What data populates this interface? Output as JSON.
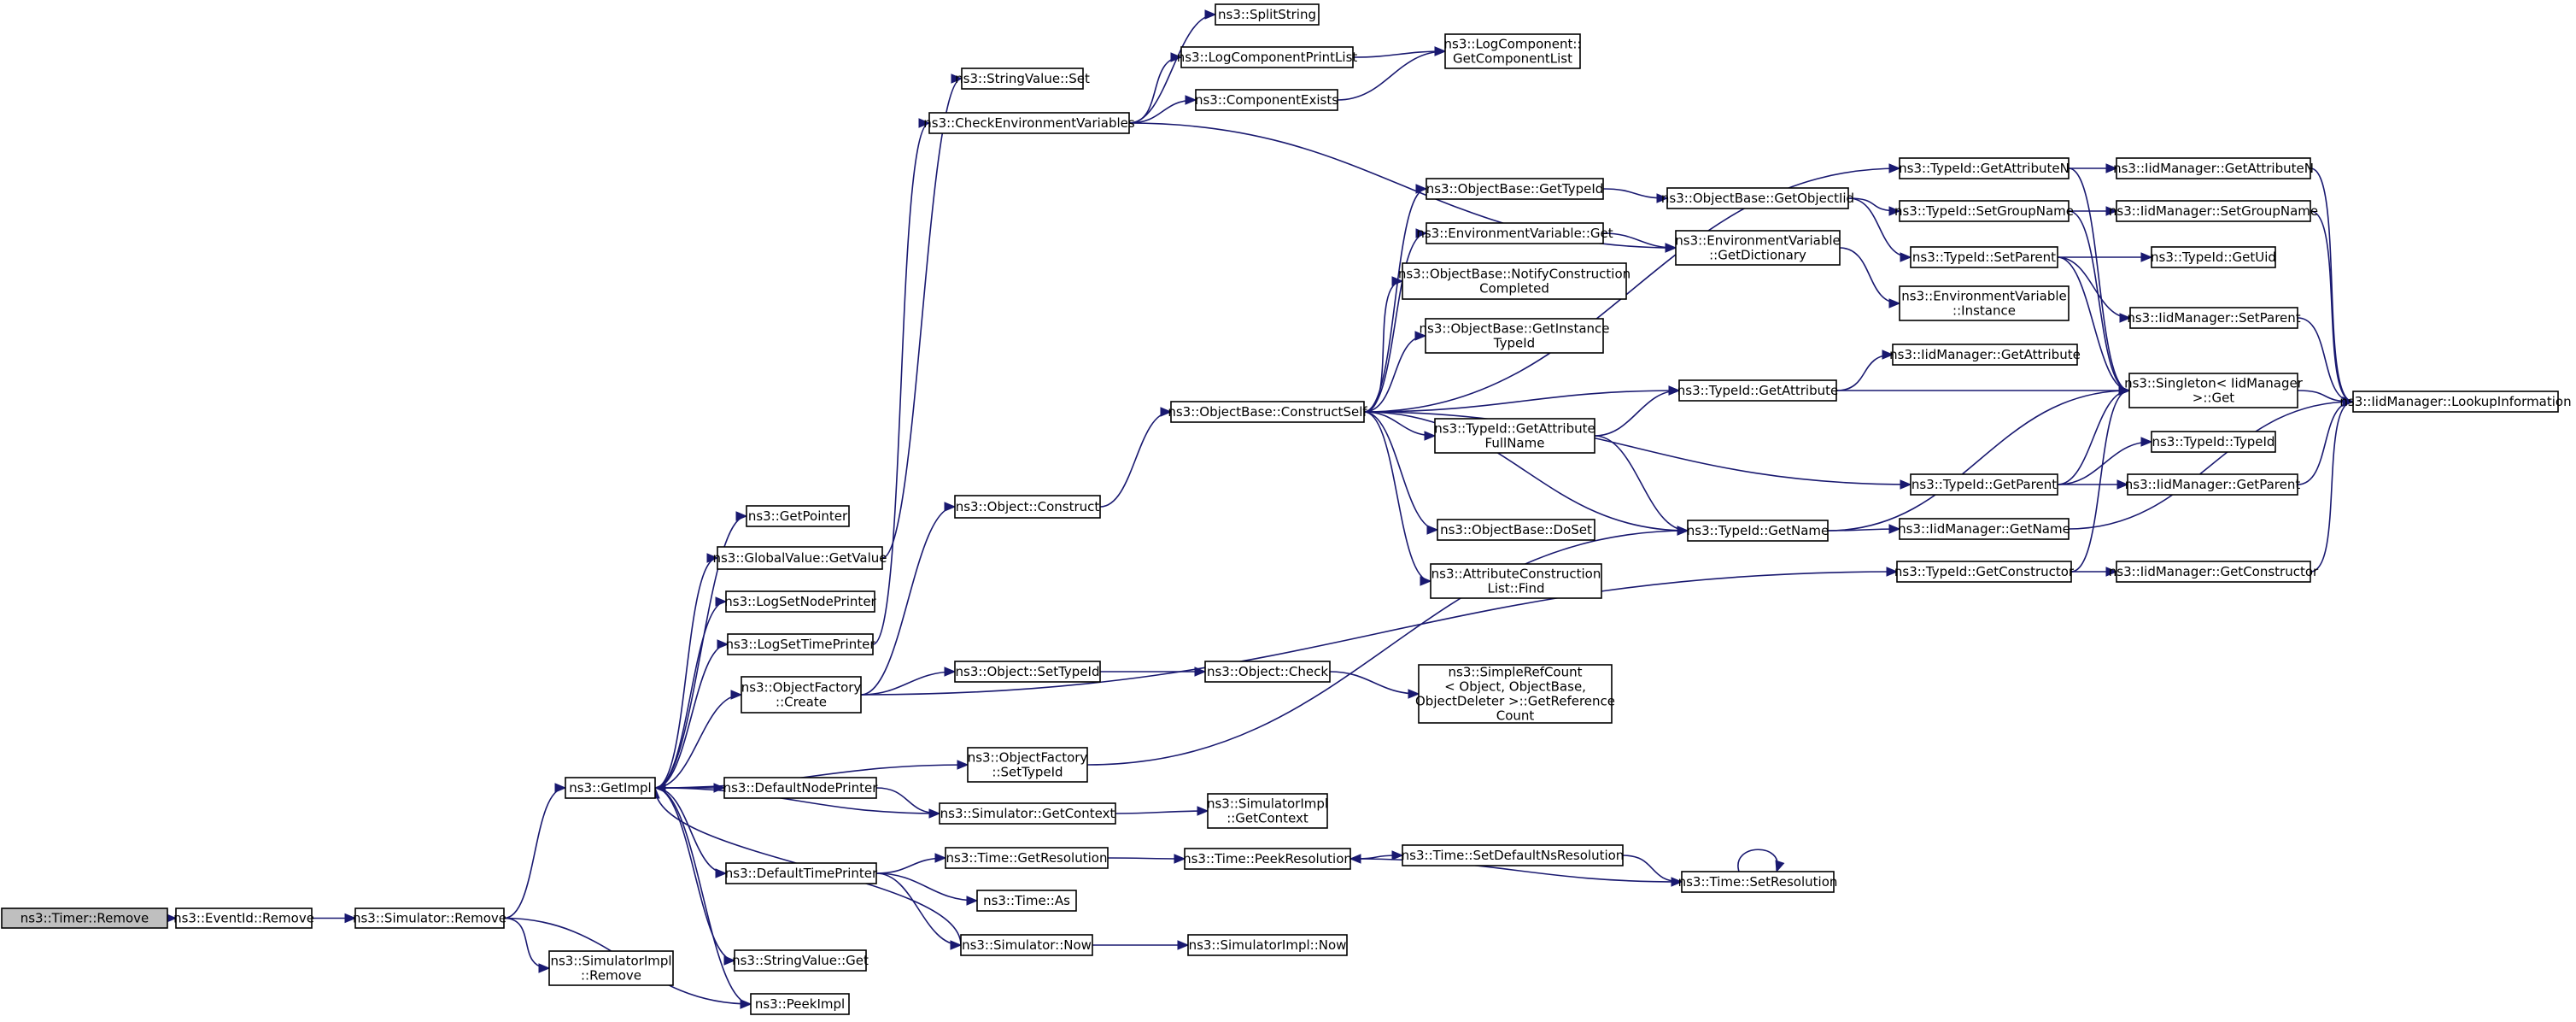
{
  "colors": {
    "edge": "#191970",
    "node_border": "#000000",
    "root_fill": "#bfbfbf",
    "background": "#ffffff"
  },
  "nodes": [
    {
      "id": "timer_remove",
      "lines": [
        "ns3::Timer::Remove"
      ],
      "root": true
    },
    {
      "id": "eventid_remove",
      "lines": [
        "ns3::EventId::Remove"
      ]
    },
    {
      "id": "simulator_remove",
      "lines": [
        "ns3::Simulator::Remove"
      ]
    },
    {
      "id": "simimpl_remove",
      "lines": [
        "ns3::SimulatorImpl",
        "::Remove"
      ]
    },
    {
      "id": "getimpl",
      "lines": [
        "ns3::GetImpl"
      ]
    },
    {
      "id": "peekimpl",
      "lines": [
        "ns3::PeekImpl"
      ]
    },
    {
      "id": "getpointer",
      "lines": [
        "ns3::GetPointer"
      ]
    },
    {
      "id": "globalvalue_getvalue",
      "lines": [
        "ns3::GlobalValue::GetValue"
      ]
    },
    {
      "id": "logsetnodeprinter",
      "lines": [
        "ns3::LogSetNodePrinter"
      ]
    },
    {
      "id": "logsettimeprinter",
      "lines": [
        "ns3::LogSetTimePrinter"
      ]
    },
    {
      "id": "objectfactory_create",
      "lines": [
        "ns3::ObjectFactory",
        "::Create"
      ]
    },
    {
      "id": "defaultnodeprinter",
      "lines": [
        "ns3::DefaultNodePrinter"
      ]
    },
    {
      "id": "defaulttimeprinter",
      "lines": [
        "ns3::DefaultTimePrinter"
      ]
    },
    {
      "id": "stringvalue_get",
      "lines": [
        "ns3::StringValue::Get"
      ]
    },
    {
      "id": "stringvalue_set",
      "lines": [
        "ns3::StringValue::Set"
      ]
    },
    {
      "id": "checkenv",
      "lines": [
        "ns3::CheckEnvironmentVariables"
      ]
    },
    {
      "id": "object_construct",
      "lines": [
        "ns3::Object::Construct"
      ]
    },
    {
      "id": "object_settypeid",
      "lines": [
        "ns3::Object::SetTypeId"
      ]
    },
    {
      "id": "objectfactory_settypeid",
      "lines": [
        "ns3::ObjectFactory",
        "::SetTypeId"
      ]
    },
    {
      "id": "simulator_getcontext",
      "lines": [
        "ns3::Simulator::GetContext"
      ]
    },
    {
      "id": "time_getresolution",
      "lines": [
        "ns3::Time::GetResolution"
      ]
    },
    {
      "id": "time_as",
      "lines": [
        "ns3::Time::As"
      ]
    },
    {
      "id": "simulator_now",
      "lines": [
        "ns3::Simulator::Now"
      ]
    },
    {
      "id": "splitstring",
      "lines": [
        "ns3::SplitString"
      ]
    },
    {
      "id": "logcomponentprintlist",
      "lines": [
        "ns3::LogComponentPrintList"
      ]
    },
    {
      "id": "componentexists",
      "lines": [
        "ns3::ComponentExists"
      ]
    },
    {
      "id": "logcomponent_getcomponentlist",
      "lines": [
        "ns3::LogComponent::",
        "GetComponentList"
      ]
    },
    {
      "id": "objectbase_constructself",
      "lines": [
        "ns3::ObjectBase::ConstructSelf"
      ]
    },
    {
      "id": "object_check",
      "lines": [
        "ns3::Object::Check"
      ]
    },
    {
      "id": "simimpl_getcontext",
      "lines": [
        "ns3::SimulatorImpl",
        "::GetContext"
      ]
    },
    {
      "id": "time_peekresolution",
      "lines": [
        "ns3::Time::PeekResolution"
      ]
    },
    {
      "id": "simimpl_now",
      "lines": [
        "ns3::SimulatorImpl::Now"
      ]
    },
    {
      "id": "objectbase_gettypeid",
      "lines": [
        "ns3::ObjectBase::GetTypeId"
      ]
    },
    {
      "id": "envvar_get",
      "lines": [
        "ns3::EnvironmentVariable::Get"
      ]
    },
    {
      "id": "objectbase_notifyconstructioncompleted",
      "lines": [
        "ns3::ObjectBase::NotifyConstruction",
        "Completed"
      ]
    },
    {
      "id": "objectbase_getinstancetypeid",
      "lines": [
        "ns3::ObjectBase::GetInstance",
        "TypeId"
      ]
    },
    {
      "id": "typeid_getattributefullname",
      "lines": [
        "ns3::TypeId::GetAttribute",
        "FullName"
      ]
    },
    {
      "id": "objectbase_doset",
      "lines": [
        "ns3::ObjectBase::DoSet"
      ]
    },
    {
      "id": "attributeconstructionlist_find",
      "lines": [
        "ns3::AttributeConstruction",
        "List::Find"
      ]
    },
    {
      "id": "simplerefcount",
      "lines": [
        "ns3::SimpleRefCount",
        "< Object, ObjectBase,",
        "ObjectDeleter >::GetReference",
        "Count"
      ]
    },
    {
      "id": "time_setdefaultnsresolution",
      "lines": [
        "ns3::Time::SetDefaultNsResolution"
      ]
    },
    {
      "id": "objectbase_getobjectiid",
      "lines": [
        "ns3::ObjectBase::GetObjectIid"
      ]
    },
    {
      "id": "envvar_getdictionary",
      "lines": [
        "ns3::EnvironmentVariable",
        "::GetDictionary"
      ]
    },
    {
      "id": "typeid_getattribute",
      "lines": [
        "ns3::TypeId::GetAttribute"
      ]
    },
    {
      "id": "typeid_getname",
      "lines": [
        "ns3::TypeId::GetName"
      ]
    },
    {
      "id": "time_setresolution",
      "lines": [
        "ns3::Time::SetResolution"
      ]
    },
    {
      "id": "typeid_getattributen",
      "lines": [
        "ns3::TypeId::GetAttributeN"
      ]
    },
    {
      "id": "typeid_setgroupname",
      "lines": [
        "ns3::TypeId::SetGroupName"
      ]
    },
    {
      "id": "typeid_setparent",
      "lines": [
        "ns3::TypeId::SetParent"
      ]
    },
    {
      "id": "envvar_instance",
      "lines": [
        "ns3::EnvironmentVariable",
        "::Instance"
      ]
    },
    {
      "id": "iidmanager_getattribute",
      "lines": [
        "ns3::IidManager::GetAttribute"
      ]
    },
    {
      "id": "typeid_getparent",
      "lines": [
        "ns3::TypeId::GetParent"
      ]
    },
    {
      "id": "iidmanager_getname",
      "lines": [
        "ns3::IidManager::GetName"
      ]
    },
    {
      "id": "typeid_getconstructor",
      "lines": [
        "ns3::TypeId::GetConstructor"
      ]
    },
    {
      "id": "iidmanager_getattributen",
      "lines": [
        "ns3::IidManager::GetAttributeN"
      ]
    },
    {
      "id": "iidmanager_setgroupname",
      "lines": [
        "ns3::IidManager::SetGroupName"
      ]
    },
    {
      "id": "typeid_getuid",
      "lines": [
        "ns3::TypeId::GetUid"
      ]
    },
    {
      "id": "iidmanager_setparent",
      "lines": [
        "ns3::IidManager::SetParent"
      ]
    },
    {
      "id": "singleton_get",
      "lines": [
        "ns3::Singleton< IidManager",
        " >::Get"
      ]
    },
    {
      "id": "typeid_typeid",
      "lines": [
        "ns3::TypeId::TypeId"
      ]
    },
    {
      "id": "iidmanager_getparent",
      "lines": [
        "ns3::IidManager::GetParent"
      ]
    },
    {
      "id": "iidmanager_getconstructor",
      "lines": [
        "ns3::IidManager::GetConstructor"
      ]
    },
    {
      "id": "iidmanager_lookupinformation",
      "lines": [
        "ns3::IidManager::LookupInformation"
      ]
    }
  ],
  "edges": [
    [
      "timer_remove",
      "eventid_remove"
    ],
    [
      "eventid_remove",
      "simulator_remove"
    ],
    [
      "simulator_remove",
      "getimpl"
    ],
    [
      "simulator_remove",
      "simimpl_remove"
    ],
    [
      "simulator_remove",
      "peekimpl"
    ],
    [
      "getimpl",
      "getpointer"
    ],
    [
      "getimpl",
      "globalvalue_getvalue"
    ],
    [
      "getimpl",
      "logsetnodeprinter"
    ],
    [
      "getimpl",
      "logsettimeprinter"
    ],
    [
      "getimpl",
      "objectfactory_create"
    ],
    [
      "getimpl",
      "objectfactory_settypeid"
    ],
    [
      "getimpl",
      "defaultnodeprinter"
    ],
    [
      "getimpl",
      "defaulttimeprinter"
    ],
    [
      "getimpl",
      "stringvalue_get"
    ],
    [
      "getimpl",
      "peekimpl"
    ],
    [
      "globalvalue_getvalue",
      "stringvalue_set"
    ],
    [
      "logsettimeprinter",
      "checkenv"
    ],
    [
      "objectfactory_create",
      "object_construct"
    ],
    [
      "objectfactory_create",
      "object_settypeid"
    ],
    [
      "objectfactory_create",
      "typeid_getconstructor"
    ],
    [
      "objectfactory_settypeid",
      "typeid_getname"
    ],
    [
      "defaultnodeprinter",
      "simulator_getcontext"
    ],
    [
      "simulator_getcontext",
      "getimpl"
    ],
    [
      "simulator_getcontext",
      "simimpl_getcontext"
    ],
    [
      "defaulttimeprinter",
      "time_getresolution"
    ],
    [
      "defaulttimeprinter",
      "time_as"
    ],
    [
      "defaulttimeprinter",
      "simulator_now"
    ],
    [
      "simulator_now",
      "getimpl"
    ],
    [
      "simulator_now",
      "simimpl_now"
    ],
    [
      "time_getresolution",
      "time_peekresolution"
    ],
    [
      "time_peekresolution",
      "time_setdefaultnsresolution"
    ],
    [
      "time_setdefaultnsresolution",
      "time_setresolution"
    ],
    [
      "time_setresolution",
      "time_peekresolution"
    ],
    [
      "time_setresolution",
      "time_setresolution"
    ],
    [
      "checkenv",
      "splitstring"
    ],
    [
      "checkenv",
      "logcomponentprintlist"
    ],
    [
      "checkenv",
      "componentexists"
    ],
    [
      "checkenv",
      "envvar_getdictionary"
    ],
    [
      "logcomponentprintlist",
      "logcomponent_getcomponentlist"
    ],
    [
      "componentexists",
      "logcomponent_getcomponentlist"
    ],
    [
      "object_construct",
      "objectbase_constructself"
    ],
    [
      "object_settypeid",
      "object_check"
    ],
    [
      "object_check",
      "simplerefcount"
    ],
    [
      "objectbase_constructself",
      "objectbase_gettypeid"
    ],
    [
      "objectbase_constructself",
      "envvar_get"
    ],
    [
      "objectbase_constructself",
      "objectbase_notifyconstructioncompleted"
    ],
    [
      "objectbase_constructself",
      "objectbase_getinstancetypeid"
    ],
    [
      "objectbase_constructself",
      "typeid_getattributefullname"
    ],
    [
      "objectbase_constructself",
      "objectbase_doset"
    ],
    [
      "objectbase_constructself",
      "attributeconstructionlist_find"
    ],
    [
      "objectbase_constructself",
      "typeid_getattributen"
    ],
    [
      "objectbase_constructself",
      "typeid_getattribute"
    ],
    [
      "objectbase_constructself",
      "typeid_getparent"
    ],
    [
      "objectbase_constructself",
      "typeid_getname"
    ],
    [
      "objectbase_gettypeid",
      "objectbase_getobjectiid"
    ],
    [
      "objectbase_getobjectiid",
      "typeid_setgroupname"
    ],
    [
      "objectbase_getobjectiid",
      "typeid_setparent"
    ],
    [
      "envvar_get",
      "envvar_getdictionary"
    ],
    [
      "envvar_getdictionary",
      "envvar_instance"
    ],
    [
      "typeid_getattributefullname",
      "typeid_getattribute"
    ],
    [
      "typeid_getattributefullname",
      "typeid_getname"
    ],
    [
      "typeid_getattribute",
      "iidmanager_getattribute"
    ],
    [
      "typeid_getattribute",
      "singleton_get"
    ],
    [
      "typeid_getname",
      "iidmanager_getname"
    ],
    [
      "typeid_getname",
      "singleton_get"
    ],
    [
      "typeid_getattributen",
      "iidmanager_getattributen"
    ],
    [
      "typeid_getattributen",
      "singleton_get"
    ],
    [
      "typeid_setgroupname",
      "iidmanager_setgroupname"
    ],
    [
      "typeid_setgroupname",
      "singleton_get"
    ],
    [
      "typeid_setparent",
      "typeid_getuid"
    ],
    [
      "typeid_setparent",
      "iidmanager_setparent"
    ],
    [
      "typeid_setparent",
      "singleton_get"
    ],
    [
      "typeid_getparent",
      "typeid_typeid"
    ],
    [
      "typeid_getparent",
      "iidmanager_getparent"
    ],
    [
      "typeid_getparent",
      "singleton_get"
    ],
    [
      "typeid_getconstructor",
      "iidmanager_getconstructor"
    ],
    [
      "typeid_getconstructor",
      "singleton_get"
    ],
    [
      "iidmanager_getattributen",
      "iidmanager_lookupinformation"
    ],
    [
      "iidmanager_setgroupname",
      "iidmanager_lookupinformation"
    ],
    [
      "iidmanager_setparent",
      "iidmanager_lookupinformation"
    ],
    [
      "singleton_get",
      "iidmanager_lookupinformation"
    ],
    [
      "iidmanager_getparent",
      "iidmanager_lookupinformation"
    ],
    [
      "iidmanager_getname",
      "iidmanager_lookupinformation"
    ],
    [
      "iidmanager_getconstructor",
      "iidmanager_lookupinformation"
    ]
  ]
}
